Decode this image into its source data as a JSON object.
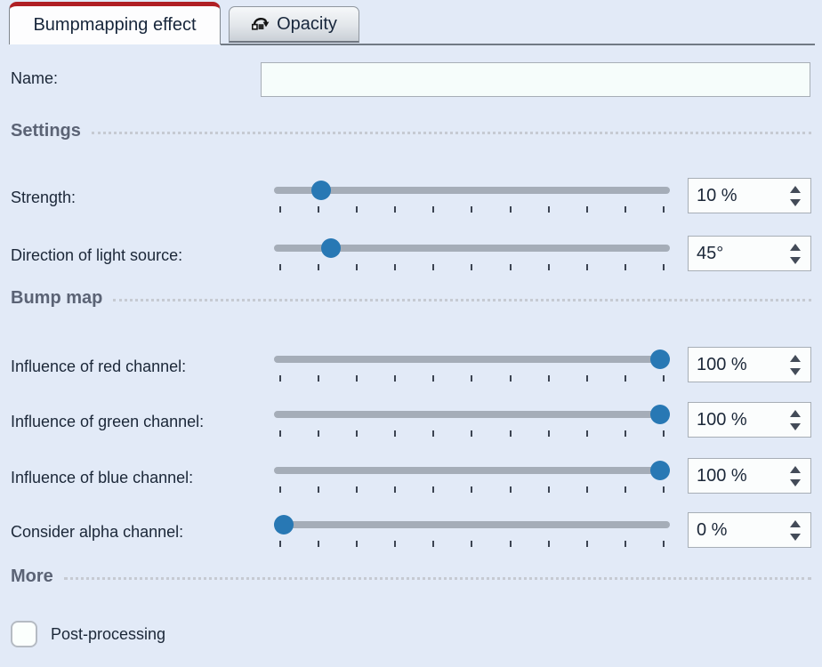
{
  "tabs": [
    {
      "label": "Bumpmapping effect",
      "active": true
    },
    {
      "label": "Opacity",
      "active": false,
      "icon": "opacity-animation-icon"
    }
  ],
  "name_field": {
    "label": "Name:",
    "value": "",
    "placeholder": ""
  },
  "sections": [
    {
      "title": "Settings"
    },
    {
      "title": "Bump map"
    },
    {
      "title": "More"
    }
  ],
  "slider_ticks": 11,
  "sliders": [
    {
      "id": "strength",
      "label": "Strength:",
      "value_text": "10 %",
      "percent": 10
    },
    {
      "id": "direction",
      "label": "Direction of light source:",
      "value_text": "45°",
      "percent": 12.5
    },
    {
      "id": "red",
      "label": "Influence of red channel:",
      "value_text": "100 %",
      "percent": 100
    },
    {
      "id": "green",
      "label": "Influence of green channel:",
      "value_text": "100 %",
      "percent": 100
    },
    {
      "id": "blue",
      "label": "Influence of blue channel:",
      "value_text": "100 %",
      "percent": 100
    },
    {
      "id": "alpha",
      "label": "Consider alpha channel:",
      "value_text": "0 %",
      "percent": 0
    }
  ],
  "checkbox": {
    "label": "Post-processing",
    "checked": false
  },
  "colors": {
    "background": "#e2eaf7",
    "active_tab_accent": "#b01f24",
    "slider_track": "#a5adb8",
    "slider_handle": "#2878b4",
    "section_title": "#5b6375",
    "label_text": "#1b2738",
    "input_background": "#f6fdfb"
  }
}
